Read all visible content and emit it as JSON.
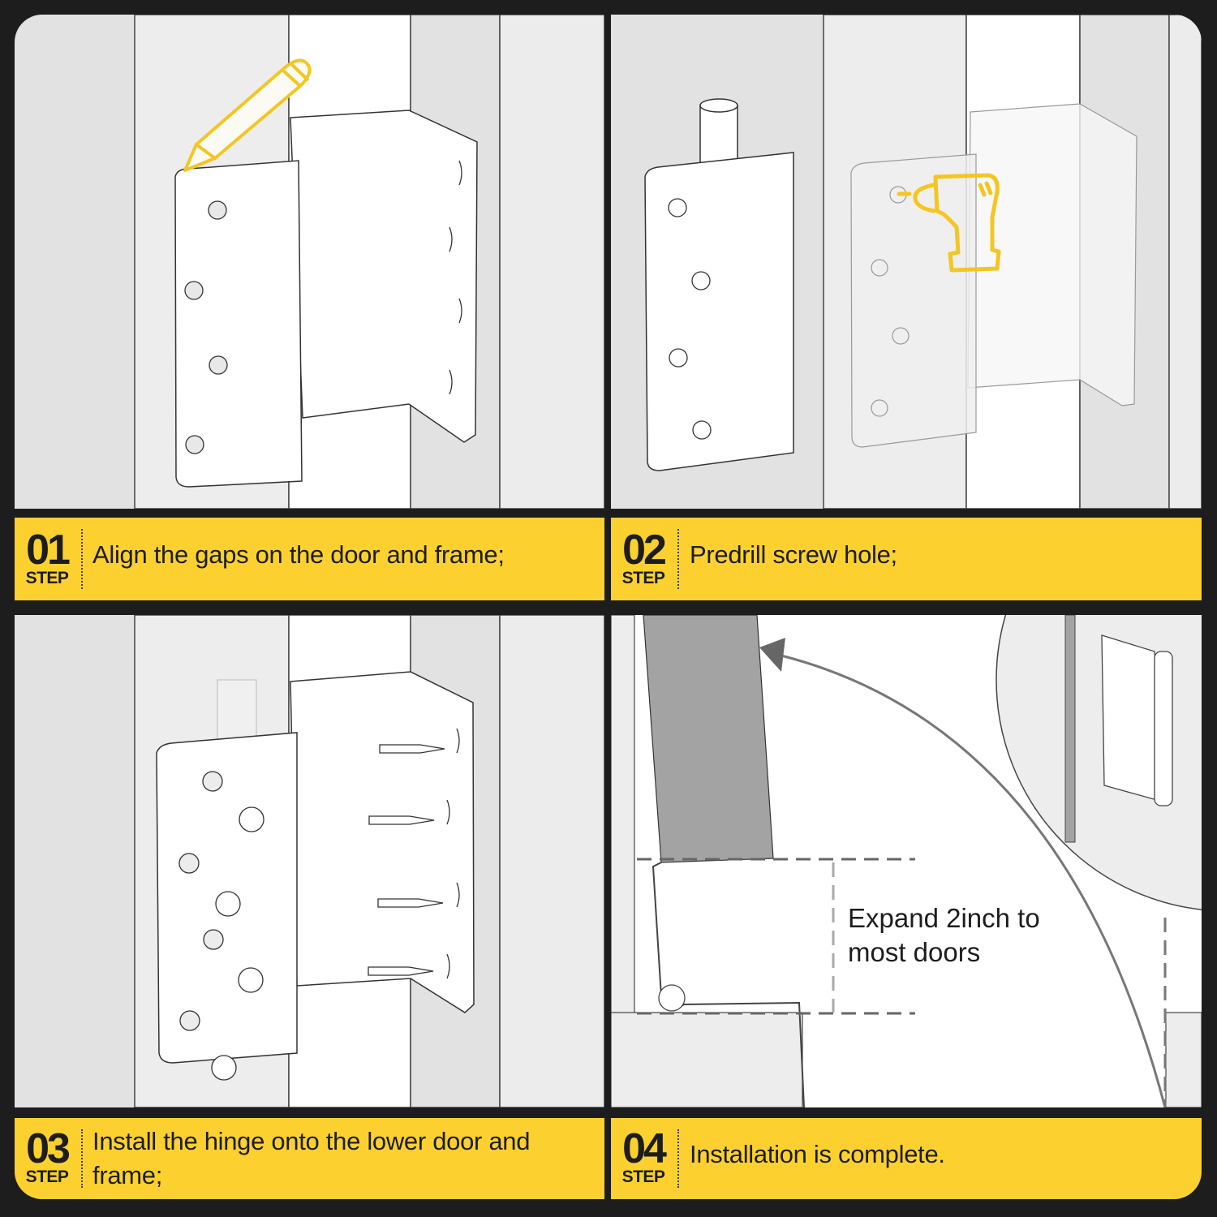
{
  "colors": {
    "background": "#1d1d1d",
    "accent": "#fcd12f",
    "wall": "#e2e2e2",
    "frame": "#ededed",
    "door": "#ffffff",
    "door_dark": "#a3a3a3"
  },
  "steps": [
    {
      "number": "01",
      "label": "STEP",
      "text": "Align the gaps on the door and frame;",
      "icon": "pencil-icon"
    },
    {
      "number": "02",
      "label": "STEP",
      "text": "Predrill screw hole;",
      "icon": "drill-icon"
    },
    {
      "number": "03",
      "label": "STEP",
      "text": "Install the hinge onto the lower door and frame;",
      "icon": "screw-icon"
    },
    {
      "number": "04",
      "label": "STEP",
      "text": "Installation is complete.",
      "icon": "door-swing-icon"
    }
  ],
  "annotation": {
    "line1": "Expand 2inch to",
    "line2": "most doors"
  }
}
